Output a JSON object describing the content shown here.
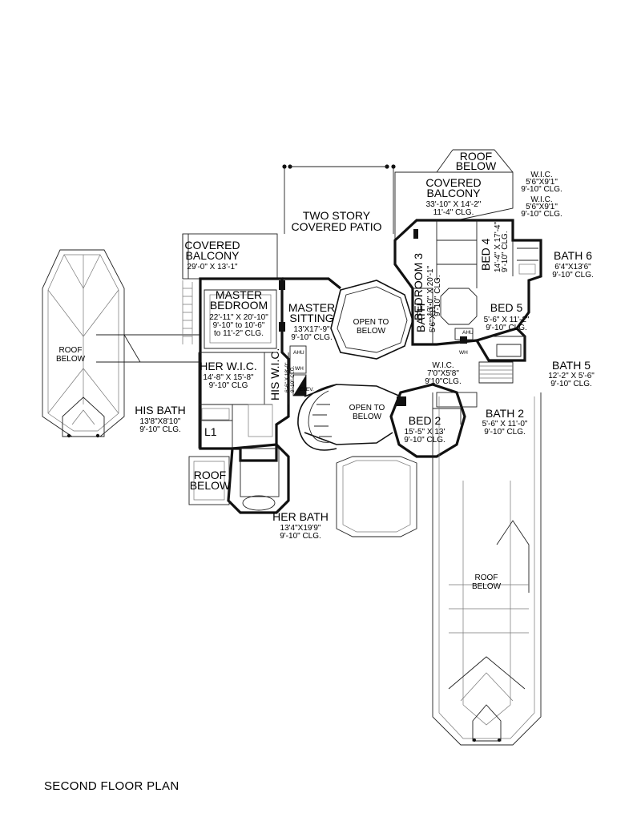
{
  "plan_title": "SECOND FLOOR PLAN",
  "rooms": [
    {
      "id": "roof_top_right",
      "name": "ROOF\nBELOW",
      "dims": ""
    },
    {
      "id": "covered_balcony_right",
      "name": "COVERED\nBALCONY",
      "dims": "33'-10\" X 14'-2\"\n11'-4\" CLG."
    },
    {
      "id": "wic_a",
      "name": "W.I.C.",
      "dims": "5'6\"X9'1\"\n9'-10\" CLG."
    },
    {
      "id": "wic_b",
      "name": "W.I.C.",
      "dims": "5'6\"X9'1\"\n9'-10\" CLG."
    },
    {
      "id": "two_story_patio",
      "name": "TWO STORY\nCOVERED PATIO",
      "dims": ""
    },
    {
      "id": "covered_balcony_left",
      "name": "COVERED\nBALCONY",
      "dims": "29'-0\" X 13'-1\""
    },
    {
      "id": "bedroom3",
      "name": "BEDROOM 3",
      "dims": "13'-0\" X 20'-1\"\n9'-10\" CLG."
    },
    {
      "id": "bed4",
      "name": "BED 4",
      "dims": "14'-4\" X 17'-4\"\n9'-10\" CLG."
    },
    {
      "id": "bath6",
      "name": "BATH 6",
      "dims": "6'4\"X13'6\"\n9'-10\" CLG."
    },
    {
      "id": "master_bedroom",
      "name": "MASTER\nBEDROOM",
      "dims": "22'-11\" X 20'-10\"\n9'-10\" to 10'-6\"\nto 11'-2\" CLG."
    },
    {
      "id": "master_sitting",
      "name": "MASTER\nSITTING",
      "dims": "13'X17'-9\"\n9'-10\" CLG."
    },
    {
      "id": "open_below_1",
      "name": "OPEN TO\nBELOW",
      "dims": ""
    },
    {
      "id": "bath_small",
      "name": "BATH",
      "dims": "5'6\"X11'"
    },
    {
      "id": "bed5",
      "name": "BED 5",
      "dims": "5'-6\" X 11'-2\"\n9'-10\" CLG."
    },
    {
      "id": "roof_left",
      "name": "ROOF\nBELOW",
      "dims": ""
    },
    {
      "id": "her_wic",
      "name": "HER W.I.C.",
      "dims": "14'-8\" X 15'-8\"\n9'-10\" CLG"
    },
    {
      "id": "his_wic",
      "name": "HIS W.I.C.",
      "dims": "6'-6\" X 18'-0\"\n9'-10\" CLG."
    },
    {
      "id": "bath5",
      "name": "BATH 5",
      "dims": "12'-2\" X 5'-6\"\n9'-10\" CLG."
    },
    {
      "id": "wic_c",
      "name": "W.I.C.",
      "dims": "7'0\"X5'8\"\n9'10\"CLG."
    },
    {
      "id": "open_below_2",
      "name": "OPEN TO\nBELOW",
      "dims": ""
    },
    {
      "id": "his_bath",
      "name": "HIS BATH",
      "dims": "13'8\"X8'10\"\n9'-10\" CLG."
    },
    {
      "id": "bed2",
      "name": "BED 2",
      "dims": "15'-5\" X 13'\n9'-10\" CLG."
    },
    {
      "id": "bath2",
      "name": "BATH 2",
      "dims": "5'-6\" X 11'-0\"\n9'-10\" CLG."
    },
    {
      "id": "roof_small",
      "name": "ROOF\nBELOW",
      "dims": ""
    },
    {
      "id": "her_bath",
      "name": "HER BATH",
      "dims": "13'4\"X19'9\"\n9'-10\" CLG."
    },
    {
      "id": "roof_bottom_right",
      "name": "ROOF\nBELOW",
      "dims": ""
    }
  ],
  "small_tags": [
    "AHU",
    "WH",
    "ELEV.",
    "AHU",
    "WH",
    "L1"
  ],
  "colors": {
    "wall": "#111111",
    "hatch": "#bbbbbb",
    "paper": "#ffffff"
  }
}
